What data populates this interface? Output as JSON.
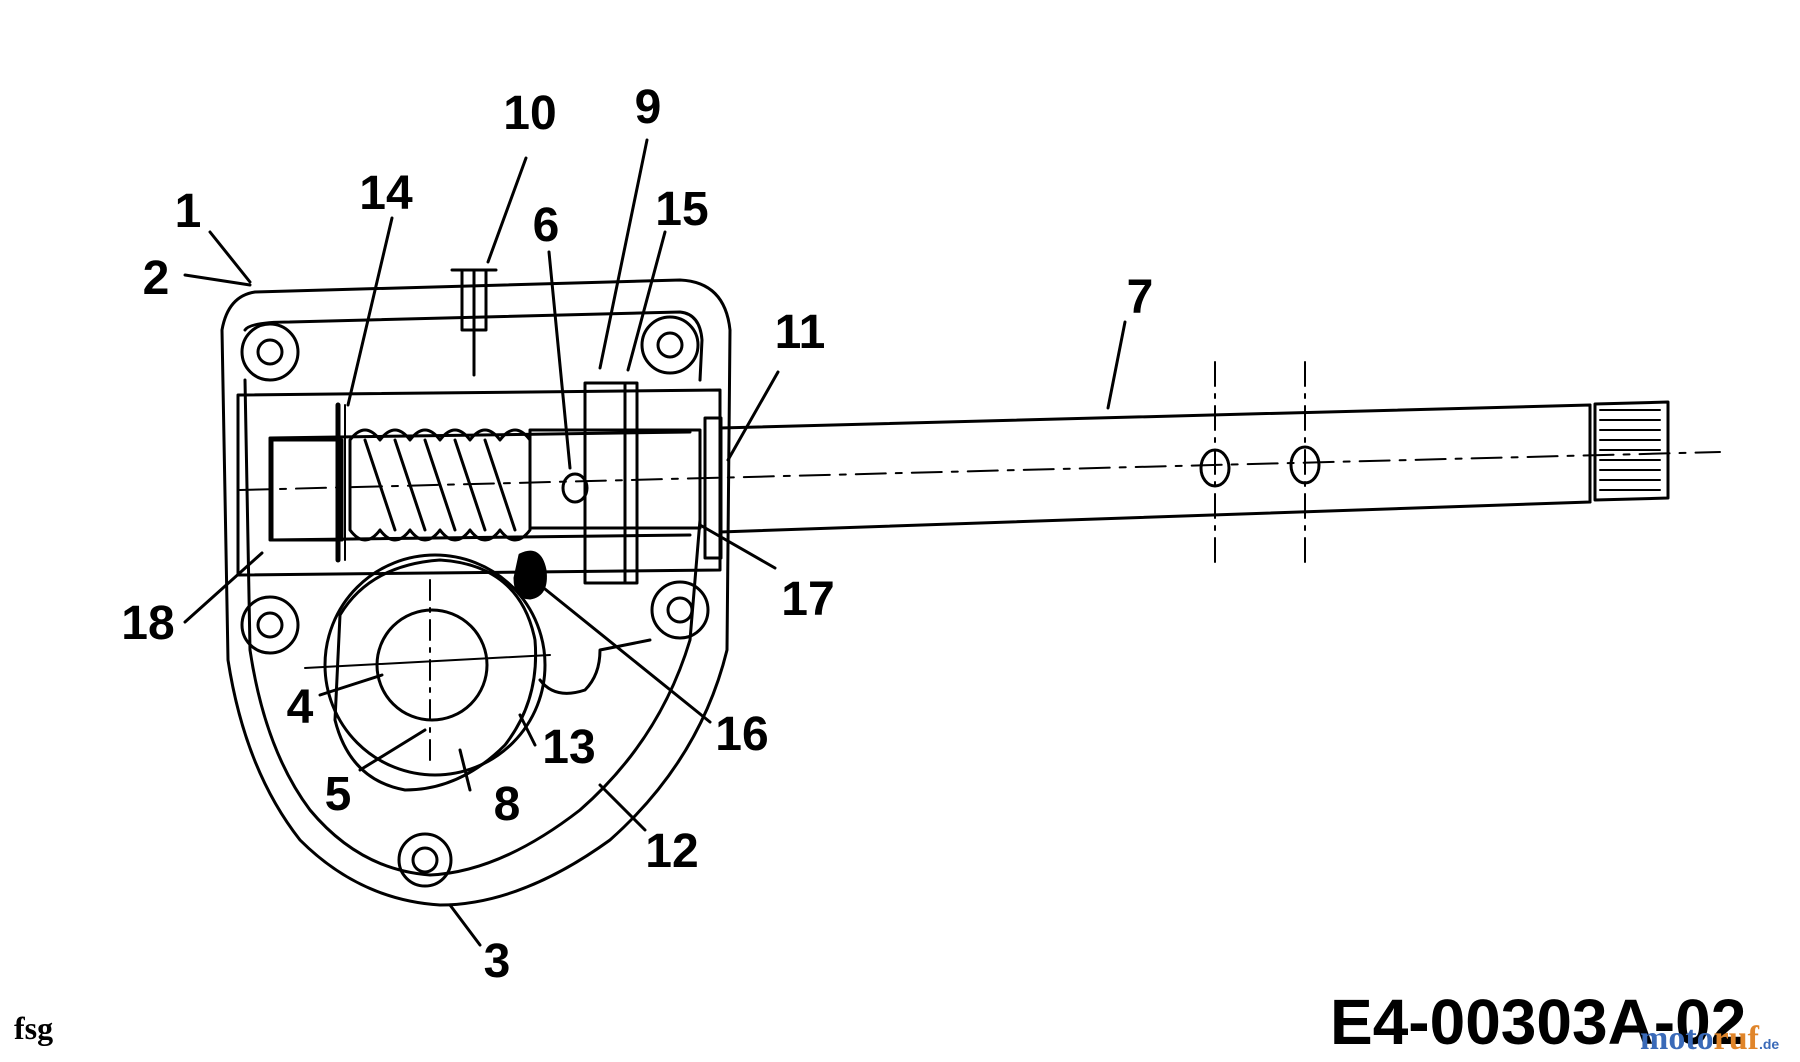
{
  "labels": {
    "l1": "1",
    "l2": "2",
    "l3": "3",
    "l4": "4",
    "l5": "5",
    "l6": "6",
    "l7": "7",
    "l8": "8",
    "l9": "9",
    "l10": "10",
    "l11": "11",
    "l12": "12",
    "l13": "13",
    "l14": "14",
    "l15": "15",
    "l16": "16",
    "l17": "17",
    "l18": "18"
  },
  "footer": {
    "drawing_code": "E4-00303A-02",
    "fsg": "fsg",
    "watermark": {
      "part_a": "moto",
      "part_b": "ruf",
      "suffix": ".de"
    }
  },
  "colors": {
    "ink": "#000000",
    "watermark_blue": "#3a6ab8",
    "watermark_orange": "#e0852a"
  }
}
